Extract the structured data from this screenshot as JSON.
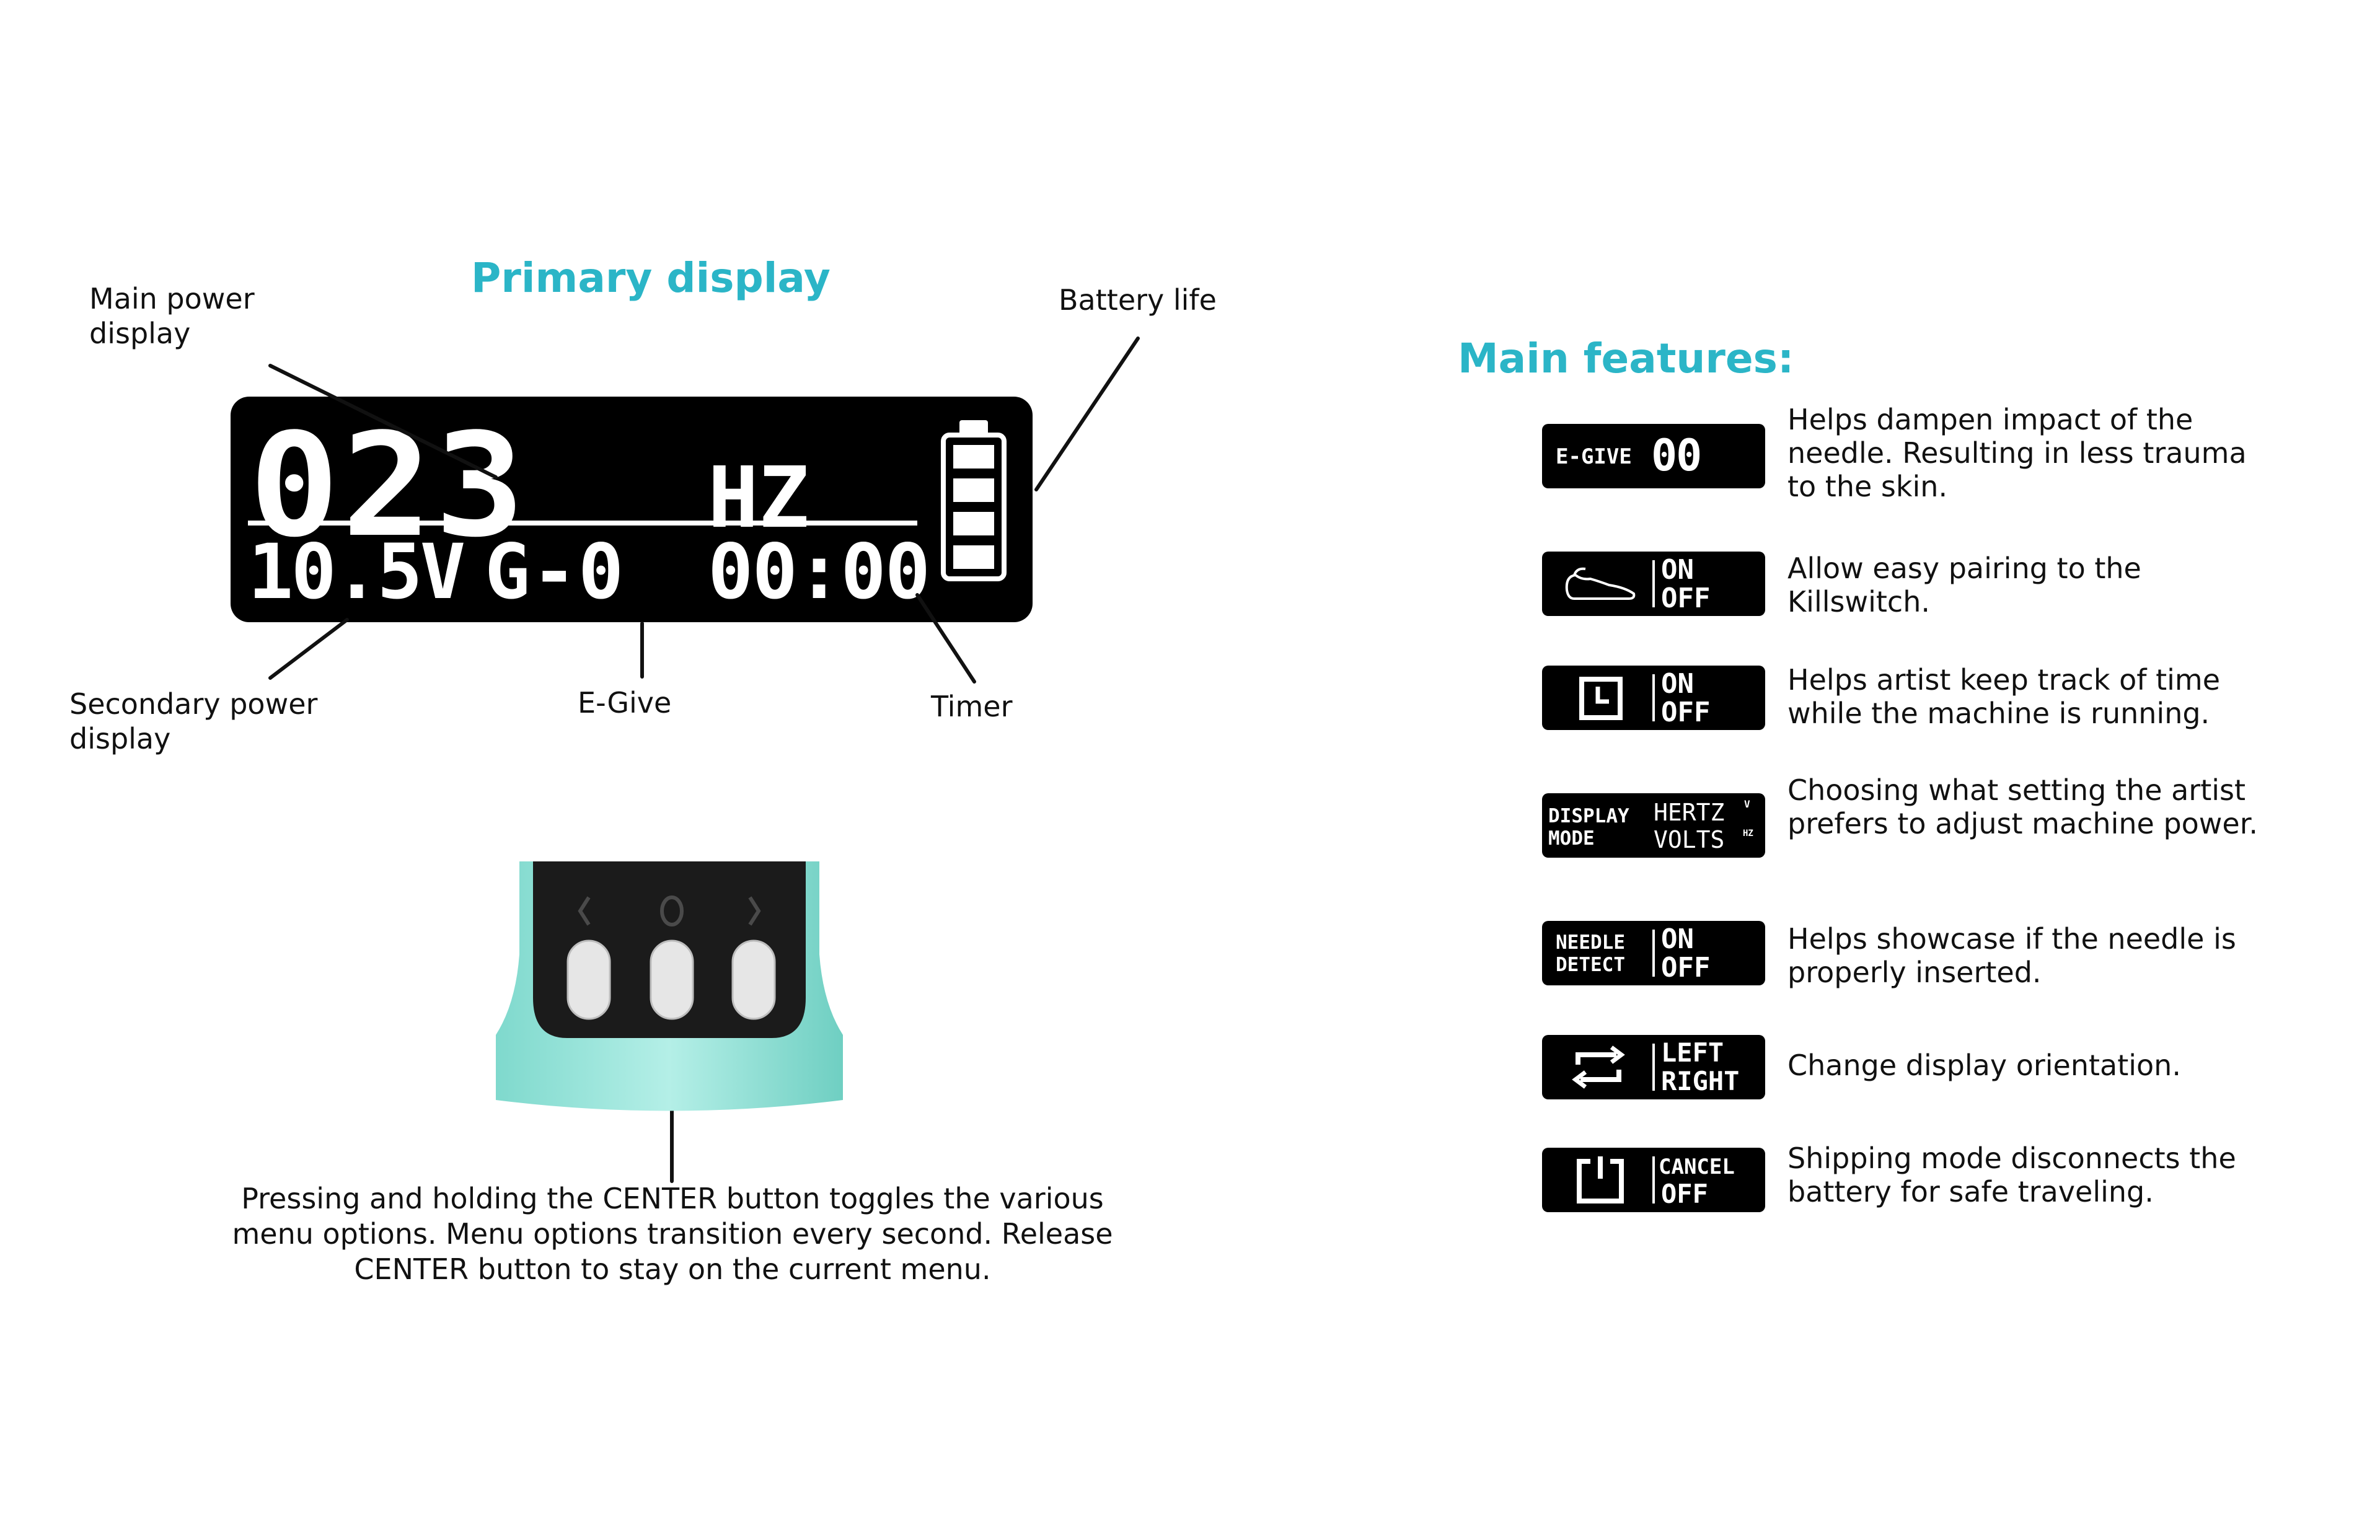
{
  "primary_display": {
    "title": "Primary display",
    "main_value": "023",
    "main_unit": "HZ",
    "volts": "10.5V",
    "egive": "G-0",
    "timer": "00:00",
    "battery_level": "4/4"
  },
  "callouts": {
    "main_power": "Main power\ndisplay",
    "battery_life": "Battery life",
    "secondary_power": "Secondary power\ndisplay",
    "egive": "E-Give",
    "timer": "Timer"
  },
  "instruction": "Pressing and holding the CENTER button toggles the various\nmenu options. Menu options transition every second. Release\nCENTER button to stay on the current menu.",
  "features": {
    "title": "Main features:",
    "items": [
      {
        "icon": "e-give-icon",
        "chip_left": "E-GIVE",
        "chip_right": "00",
        "description": "Helps dampen impact of the needle. Resulting in less trauma to the skin."
      },
      {
        "icon": "killswitch-icon",
        "chip_left": "",
        "chip_right_top": "ON",
        "chip_right_bottom": "OFF",
        "description": "Allow easy pairing to the Killswitch."
      },
      {
        "icon": "timer-clock-icon",
        "chip_left": "",
        "chip_right_top": "ON",
        "chip_right_bottom": "OFF",
        "description": "Helps artist keep track of time while the machine is running."
      },
      {
        "icon": "display-mode-icon",
        "chip_left_top": "DISPLAY",
        "chip_left_bottom": "MODE",
        "chip_right_top": "HERTZ",
        "chip_right_top_sup": "V",
        "chip_right_bottom": "VOLTS",
        "chip_right_bottom_sup": "HZ",
        "description": "Choosing what setting the artist prefers to adjust machine power."
      },
      {
        "icon": "needle-detect-icon",
        "chip_left_top": "NEEDLE",
        "chip_left_bottom": "DETECT",
        "chip_right_top": "ON",
        "chip_right_bottom": "OFF",
        "description": "Helps showcase if the needle is properly inserted."
      },
      {
        "icon": "orientation-icon",
        "chip_left": "",
        "chip_right_top": "LEFT",
        "chip_right_bottom": "RIGHT",
        "description": "Change display orientation."
      },
      {
        "icon": "power-icon",
        "chip_left": "",
        "chip_right_top": "CANCEL",
        "chip_right_bottom": "OFF",
        "description": "Shipping mode disconnects the battery for safe traveling."
      }
    ]
  },
  "colors": {
    "accent": "#2bb5c7",
    "device_body": "#8fe3d8",
    "device_face": "#1b1b1b",
    "button": "#e6e6e6"
  }
}
